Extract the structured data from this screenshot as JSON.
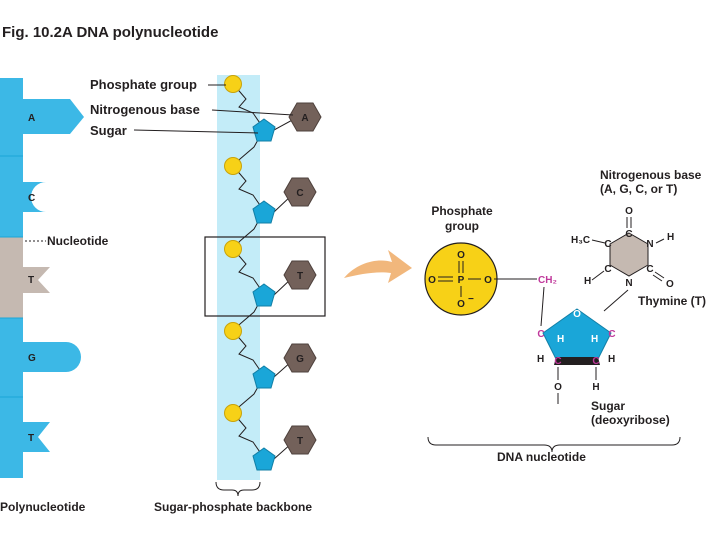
{
  "title": "Fig. 10.2A  DNA polynucleotide",
  "labels": {
    "phosphate_group": "Phosphate group",
    "nitrogenous_base": "Nitrogenous base",
    "sugar": "Sugar",
    "nucleotide": "Nucleotide",
    "polynucleotide": "Polynucleotide",
    "backbone": "Sugar-phosphate backbone",
    "phosphate_group_l1": "Phosphate",
    "phosphate_group_l2": "group",
    "nitro_base_l1": "Nitrogenous base",
    "nitro_base_l2": "(A, G, C, or T)",
    "thymine": "Thymine (T)",
    "sugar_l1": "Sugar",
    "sugar_l2": "(deoxyribose)",
    "dna_nucleotide": "DNA nucleotide"
  },
  "strand_bases": [
    "A",
    "C",
    "T",
    "G",
    "T"
  ],
  "backbone_bases": [
    "A",
    "C",
    "T",
    "G",
    "T"
  ],
  "phosphate_atoms": {
    "top_o": "O",
    "left_o": "O",
    "p": "P",
    "right_o": "O",
    "bottom_o": "O",
    "minus": "−"
  },
  "thymine_atoms": {
    "o_top": "O",
    "c_top": "C",
    "h3c": "H₃C",
    "c_left": "C",
    "n_right": "N",
    "h_n": "H",
    "h_left": "H",
    "c_bl": "C",
    "n_bottom": "N",
    "c_br": "C",
    "o_right": "O"
  },
  "sugar_atoms": {
    "ch2": "CH₂",
    "o_ring": "O",
    "c_left": "C",
    "h_in_left": "H",
    "h_out_left": "H",
    "c_right": "C",
    "h_in_right": "H",
    "h_out_right": "H",
    "c_bl": "C",
    "c_br": "C",
    "o_bottom": "O",
    "h_bottom": "H"
  },
  "colors": {
    "blue": "#3cb8e6",
    "light_blue": "#c3ecf8",
    "dark_blue": "#1aa6d8",
    "yellow": "#f7d117",
    "base_brown": "#73615a",
    "tan": "#c5b9b1",
    "pink": "#c0389b",
    "arrow": "#f1b77c"
  }
}
